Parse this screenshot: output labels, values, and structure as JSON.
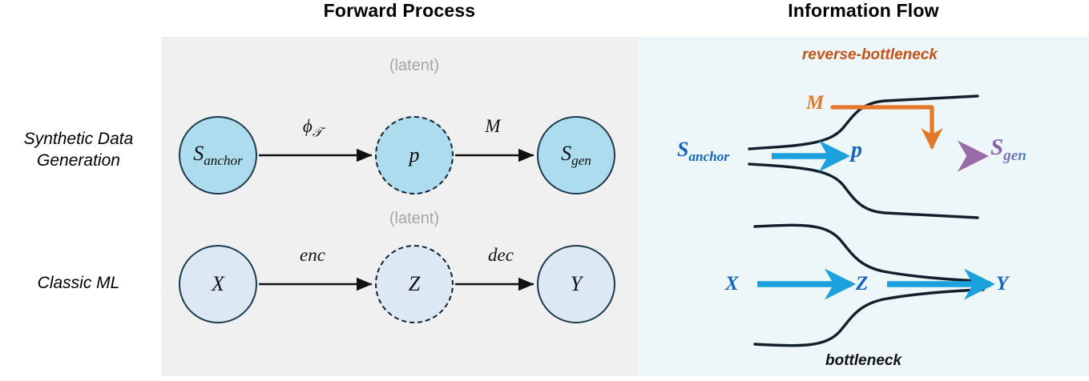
{
  "columns": {
    "forward": {
      "title": "Forward Process"
    },
    "infoflow": {
      "title": "Information Flow"
    }
  },
  "rows": [
    {
      "label_line1": "Synthetic Data",
      "label_line2": "Generation"
    },
    {
      "label_line1": "Classic ML",
      "label_line2": ""
    }
  ],
  "forward_process": {
    "latent_caption": "(latent)",
    "row_synthetic": {
      "nodes": [
        {
          "name": "s-anchor",
          "base": "S",
          "sub": "anchor",
          "style": "solid"
        },
        {
          "name": "p",
          "base": "p",
          "sub": "",
          "style": "dashed"
        },
        {
          "name": "s-gen",
          "base": "S",
          "sub": "gen",
          "style": "solid"
        }
      ],
      "edges": [
        {
          "name": "phi-T",
          "base": "ϕ",
          "sub": "𝒯"
        },
        {
          "name": "M",
          "base": "M",
          "sub": ""
        }
      ]
    },
    "row_classic": {
      "nodes": [
        {
          "name": "x",
          "base": "X",
          "sub": "",
          "style": "solid"
        },
        {
          "name": "z",
          "base": "Z",
          "sub": "",
          "style": "dashed"
        },
        {
          "name": "y",
          "base": "Y",
          "sub": "",
          "style": "solid"
        }
      ],
      "edges": [
        {
          "name": "enc",
          "base": "enc",
          "sub": ""
        },
        {
          "name": "dec",
          "base": "dec",
          "sub": ""
        }
      ]
    }
  },
  "information_flow": {
    "reverse_bottleneck_caption": "reverse-bottleneck",
    "bottleneck_caption": "bottleneck",
    "labels": {
      "s_anchor_base": "S",
      "s_anchor_sub": "anchor",
      "p": "p",
      "s_gen_base": "S",
      "s_gen_sub": "gen",
      "m": "M",
      "x": "X",
      "z": "Z",
      "y": "Y"
    }
  },
  "colors": {
    "panel_left_bg": "#F1F0F0",
    "panel_right_bg": "#EDF6F8",
    "node_fill_top": "#ADDCEF",
    "node_fill_bottom": "#DCE9F5",
    "node_stroke": "#1B3A4B",
    "arrow_black": "#111111",
    "flow_blue": "#1565C0",
    "arrow_cyan": "#1BA1DC",
    "accent_orange": "#E3792A",
    "caption_orange": "#C0541A",
    "sgen_purple": "#8E5BA6",
    "latent_gray": "#A6A6A6",
    "neck_curve": "#12202B"
  }
}
